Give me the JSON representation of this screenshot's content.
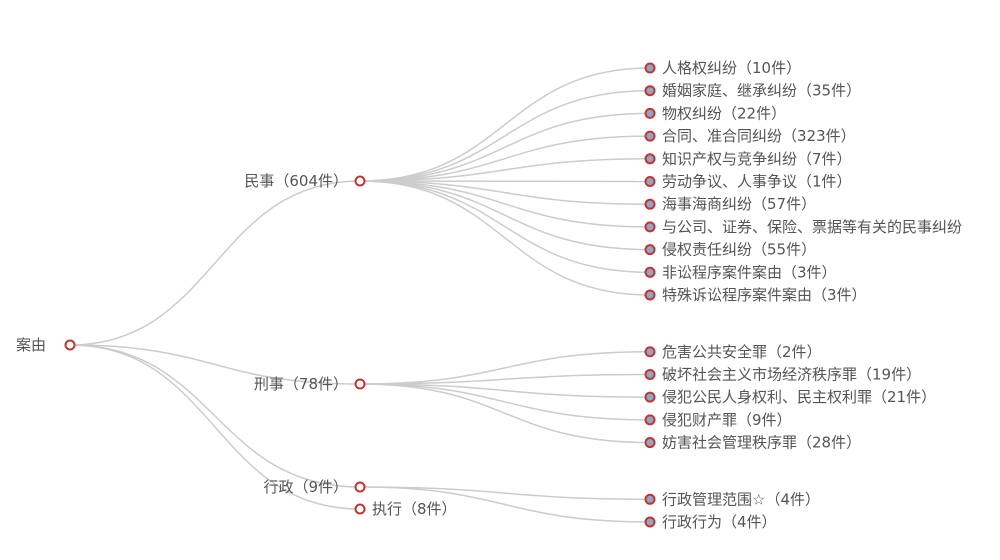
{
  "colors": {
    "edge": "#cccccc",
    "node_stroke": "#c23531",
    "collapsed_fill": "#ffffff",
    "leaf_fill": "#8ea6c8",
    "label": "#555555"
  },
  "tree": {
    "root": {
      "label": "案由",
      "collapsed": true
    },
    "branches": [
      {
        "label": "民事（604件）",
        "collapsed": true,
        "children": [
          "人格权纠纷（10件）",
          "婚姻家庭、继承纠纷（35件）",
          "物权纠纷（22件）",
          "合同、准合同纠纷（323件）",
          "知识产权与竞争纠纷（7件）",
          "劳动争议、人事争议（1件）",
          "海事海商纠纷（57件）",
          "与公司、证券、保险、票据等有关的民事纠纷",
          "侵权责任纠纷（55件）",
          "非讼程序案件案由（3件）",
          "特殊诉讼程序案件案由（3件）"
        ]
      },
      {
        "label": "刑事（78件）",
        "collapsed": true,
        "children": [
          "危害公共安全罪（2件）",
          "破坏社会主义市场经济秩序罪（19件）",
          "侵犯公民人身权利、民主权利罪（21件）",
          "侵犯财产罪（9件）",
          "妨害社会管理秩序罪（28件）"
        ]
      },
      {
        "label": "行政（9件）",
        "collapsed": true,
        "children": [
          "行政管理范围☆（4件）",
          "行政行为（4件）"
        ]
      },
      {
        "label": "执行（8件）",
        "collapsed": true,
        "children": []
      }
    ]
  }
}
